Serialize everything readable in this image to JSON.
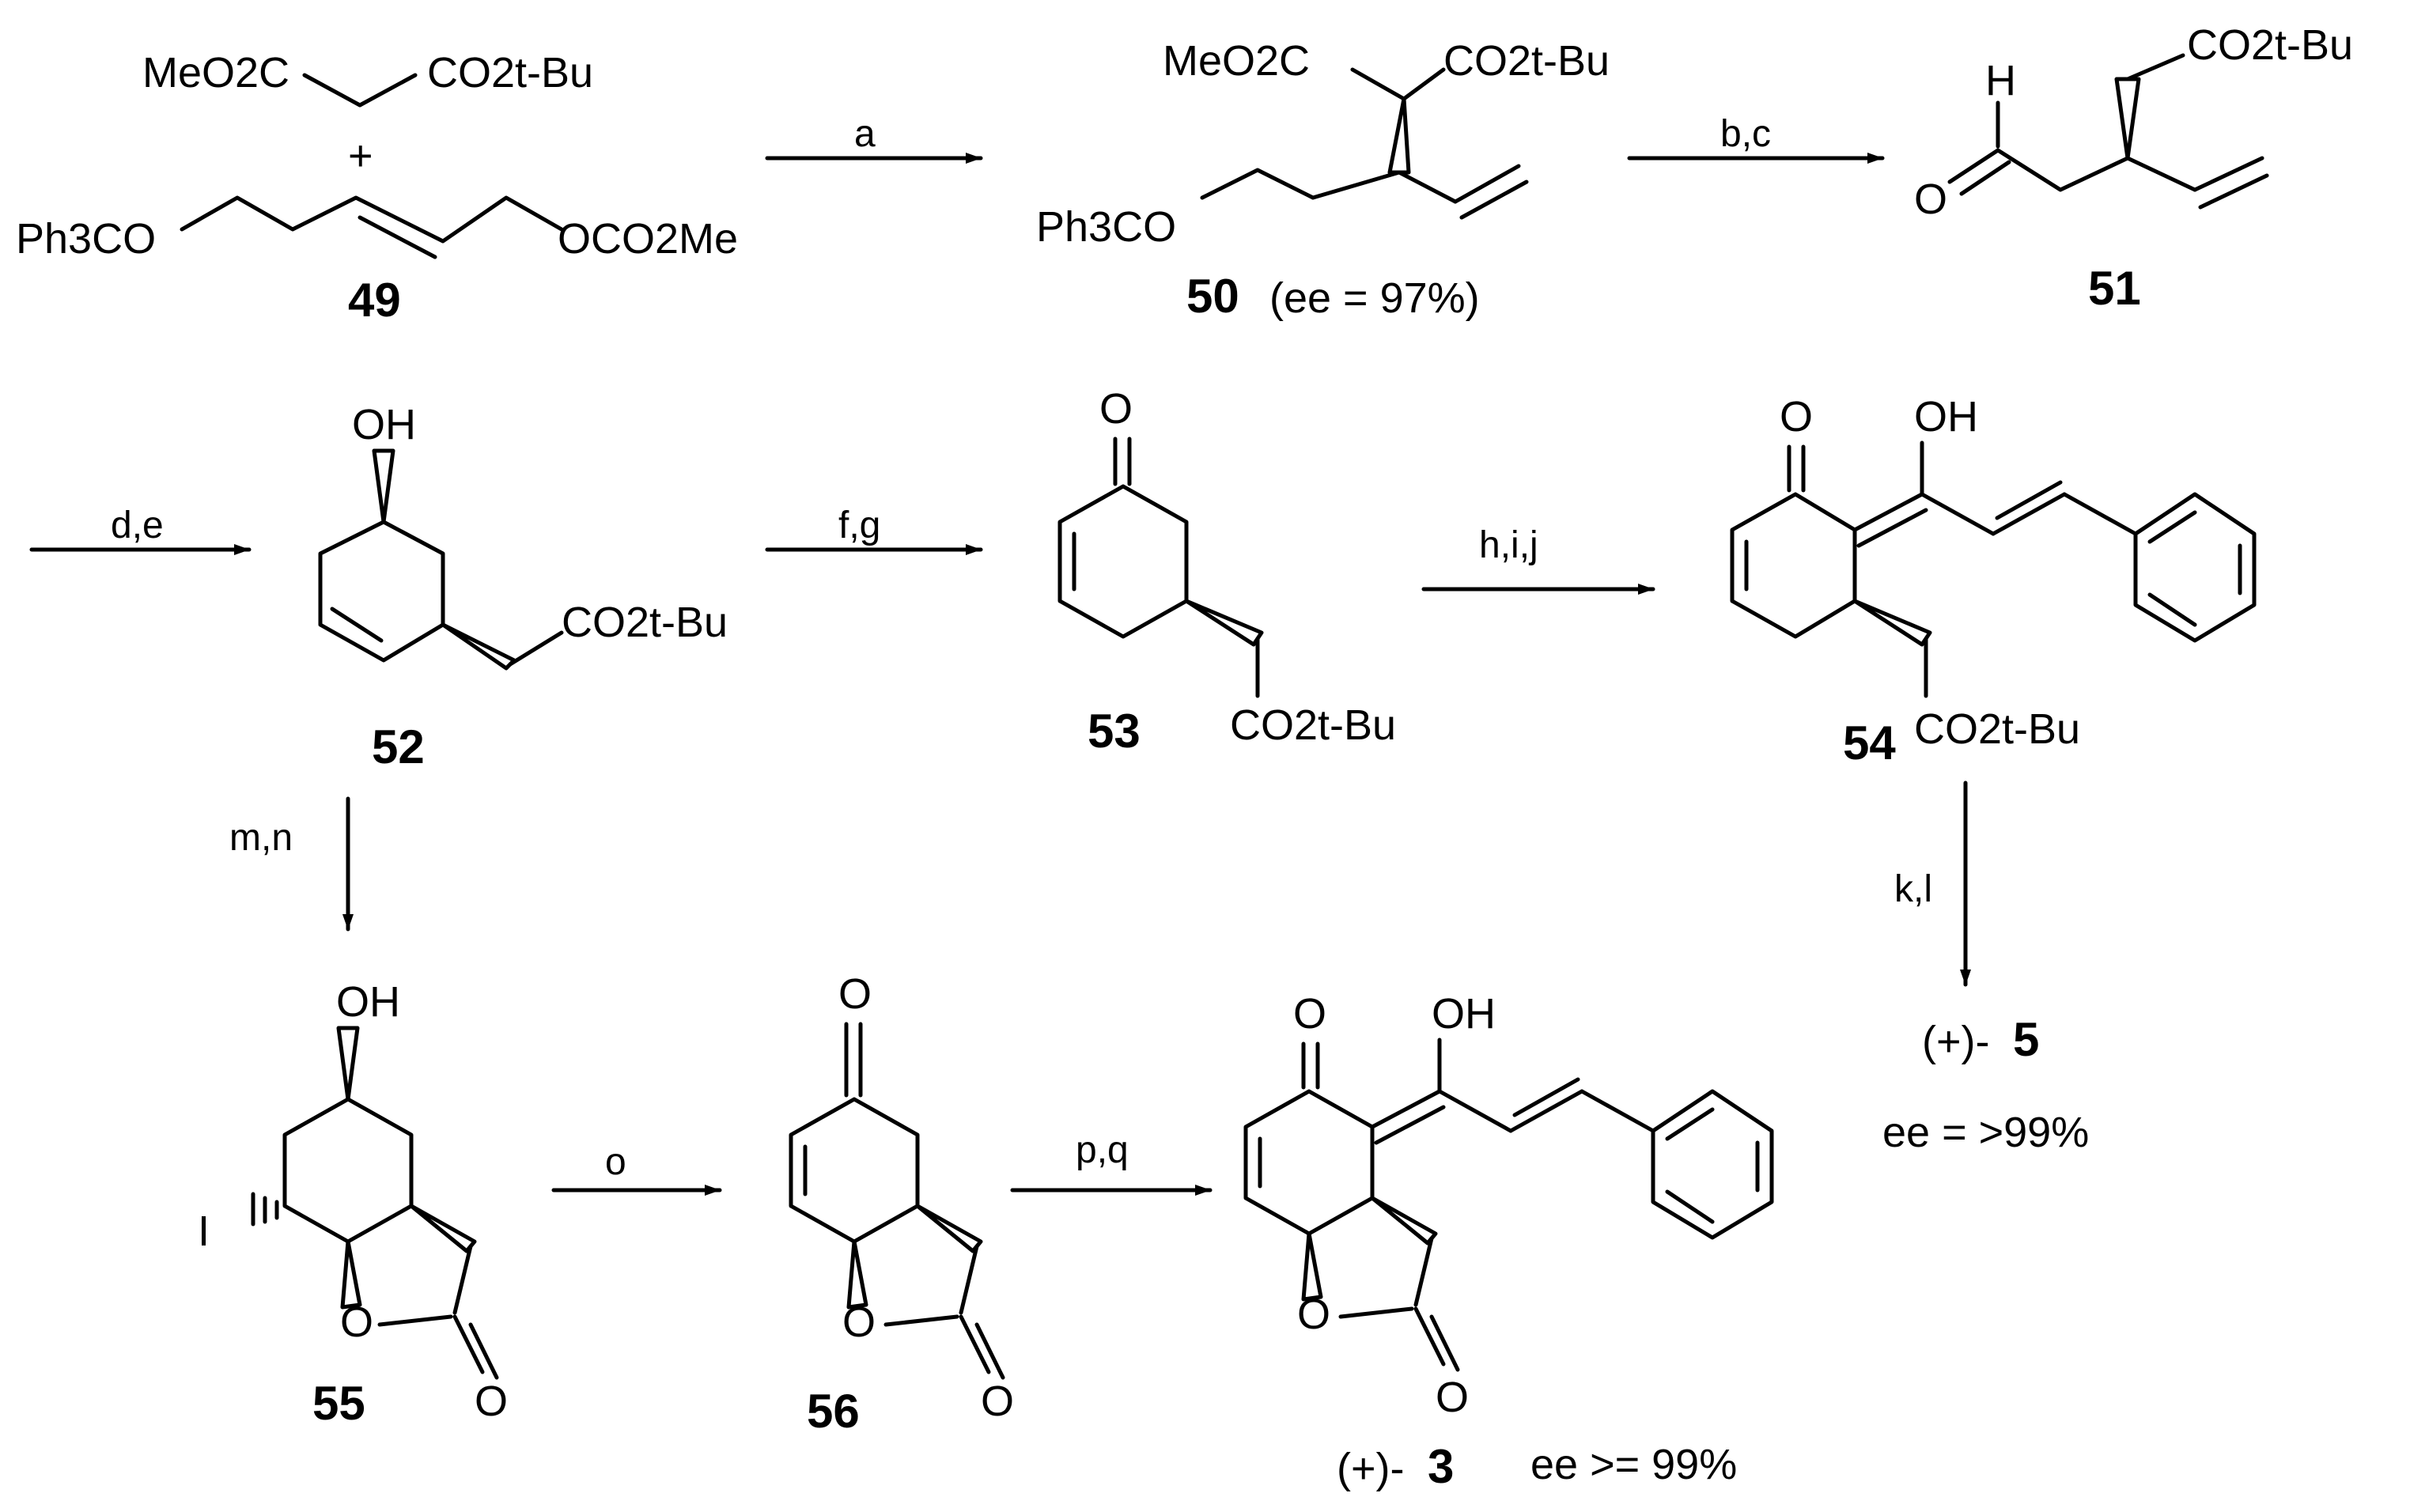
{
  "compounds": {
    "c49": {
      "id": "49",
      "reagent1": "MeO2C",
      "reagent2": "CO2t-Bu",
      "plus": "+",
      "left": "Ph3CO",
      "right": "OCO2Me"
    },
    "c50": {
      "id": "50",
      "ee": "(ee = 97%)",
      "sub1": "MeO2C",
      "sub2": "CO2t-Bu",
      "sub3": "Ph3CO"
    },
    "c51": {
      "id": "51",
      "h": "H",
      "o": "O",
      "sub": "CO2t-Bu"
    },
    "c52": {
      "id": "52",
      "oh": "OH",
      "sub": "CO2t-Bu"
    },
    "c53": {
      "id": "53",
      "o": "O",
      "sub": "CO2t-Bu"
    },
    "c54": {
      "id": "54",
      "o": "O",
      "oh": "OH",
      "sub": "CO2t-Bu"
    },
    "c55": {
      "id": "55",
      "oh": "OH",
      "i": "I",
      "o_ring": "O",
      "o_co": "O"
    },
    "c56": {
      "id": "56",
      "o_top": "O",
      "o_ring": "O",
      "o_co": "O"
    },
    "c3": {
      "prefix": "(+)-",
      "id": "3",
      "o": "O",
      "oh": "OH",
      "o_ring": "O",
      "o_co": "O",
      "ee": "ee >= 99%"
    },
    "c5": {
      "prefix": "(+)-",
      "id": "5",
      "ee": "ee = >99%"
    }
  },
  "conditions": {
    "a": "a",
    "bc": "b,c",
    "de": "d,e",
    "fg": "f,g",
    "hij": "h,i,j",
    "kl": "k,l",
    "mn": "m,n",
    "o": "o",
    "pq": "p,q"
  }
}
